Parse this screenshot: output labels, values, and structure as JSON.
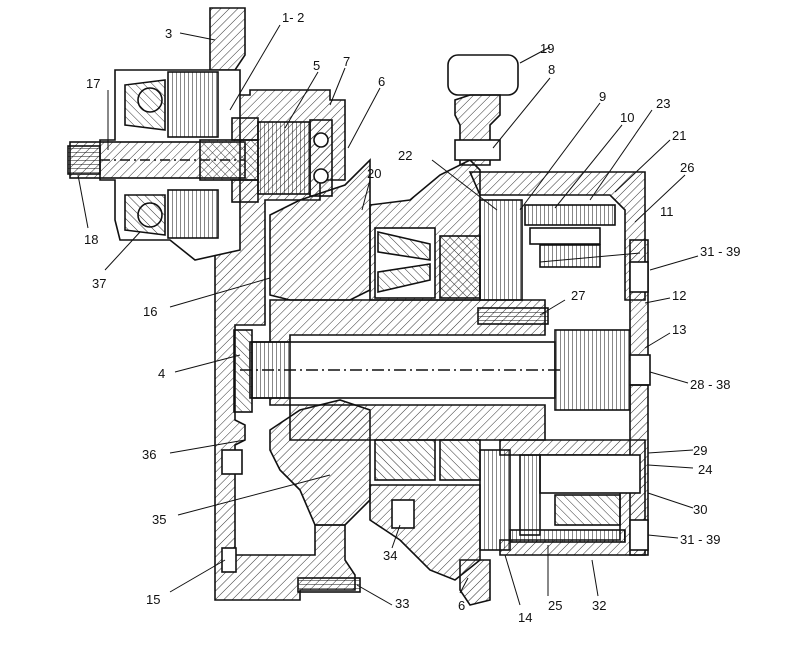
{
  "diagram": {
    "callouts": [
      "1- 2",
      "3",
      "4",
      "5",
      "6",
      "6",
      "7",
      "8",
      "9",
      "10",
      "11",
      "12",
      "13",
      "14",
      "15",
      "16",
      "17",
      "18",
      "19",
      "20",
      "21",
      "22",
      "23",
      "24",
      "25",
      "26",
      "27",
      "28  - 38",
      "29",
      "30",
      "31 - 39",
      "31 - 39",
      "32",
      "33",
      "34",
      "35",
      "36",
      "37"
    ]
  },
  "colors": {
    "ink": "#111111",
    "hatch": "#333333",
    "paper": "#ffffff"
  }
}
